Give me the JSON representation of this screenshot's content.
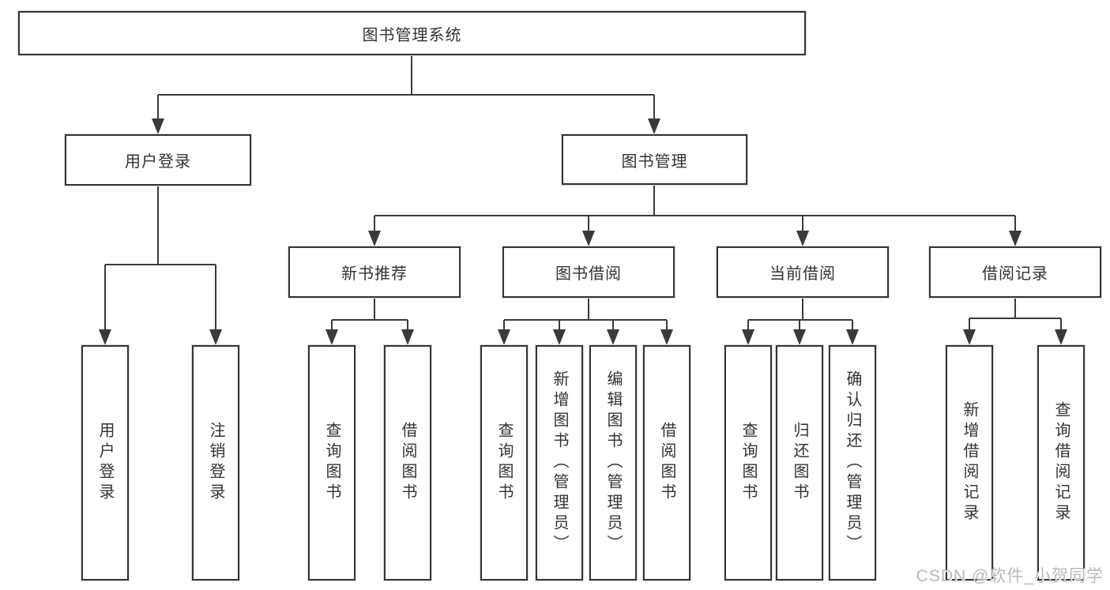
{
  "diagram": {
    "root": {
      "label": "图书管理系统"
    },
    "level2": [
      {
        "label": "用户登录",
        "children": [
          {
            "label": "用户登录"
          },
          {
            "label": "注销登录"
          }
        ]
      },
      {
        "label": "图书管理",
        "level3": [
          {
            "label": "新书推荐",
            "children": [
              {
                "label": "查询图书"
              },
              {
                "label": "借阅图书"
              }
            ]
          },
          {
            "label": "图书借阅",
            "children": [
              {
                "label": "查询图书"
              },
              {
                "label": "新增图书（管理员）"
              },
              {
                "label": "编辑图书（管理员）"
              },
              {
                "label": "借阅图书"
              }
            ]
          },
          {
            "label": "当前借阅",
            "children": [
              {
                "label": "查询图书"
              },
              {
                "label": "归还图书"
              },
              {
                "label": "确认归还（管理员）"
              }
            ]
          },
          {
            "label": "借阅记录",
            "children": [
              {
                "label": "新增借阅记录"
              },
              {
                "label": "查询借阅记录"
              }
            ]
          }
        ]
      }
    ]
  },
  "watermark": {
    "text": "CSDN @软件_小贺同学"
  },
  "colors": {
    "line": "#3a3a3a",
    "border": "#353535",
    "text": "#333333",
    "watermark": "#b9b9b9"
  }
}
